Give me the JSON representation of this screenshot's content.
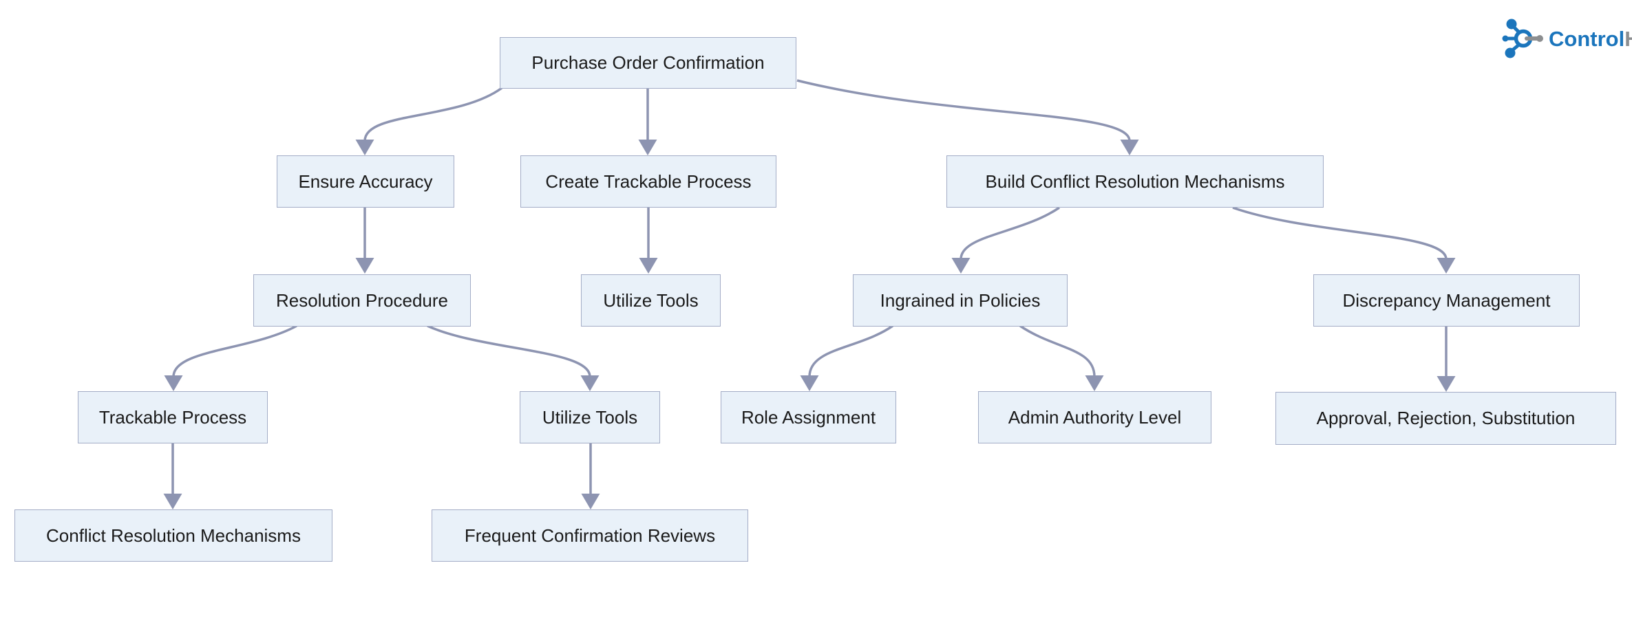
{
  "brand": {
    "control": "Control",
    "hub": "Hub"
  },
  "colors": {
    "background": "#ffffff",
    "node_fill": "#e9f1f9",
    "node_border": "#a3acc6",
    "node_text": "#1a1a1a",
    "edge": "#8d94b1",
    "brand_blue": "#1b75bc",
    "brand_gray": "#8c8e90"
  },
  "diagram": {
    "type": "flowchart",
    "direction": "top-down",
    "nodes": [
      {
        "id": "purchase",
        "label": "Purchase Order Confirmation"
      },
      {
        "id": "ensure",
        "label": "Ensure Accuracy"
      },
      {
        "id": "create",
        "label": "Create Trackable Process"
      },
      {
        "id": "build",
        "label": "Build Conflict Resolution Mechanisms"
      },
      {
        "id": "resolution",
        "label": "Resolution Procedure"
      },
      {
        "id": "utilize_tools_1",
        "label": "Utilize Tools"
      },
      {
        "id": "ingrained",
        "label": "Ingrained in Policies"
      },
      {
        "id": "discrepancy",
        "label": "Discrepancy Management"
      },
      {
        "id": "trackable",
        "label": "Trackable Process"
      },
      {
        "id": "utilize_tools_2",
        "label": "Utilize Tools"
      },
      {
        "id": "role",
        "label": "Role Assignment"
      },
      {
        "id": "admin",
        "label": "Admin Authority Level"
      },
      {
        "id": "approval",
        "label": "Approval, Rejection, Substitution"
      },
      {
        "id": "conflict",
        "label": "Conflict Resolution Mechanisms"
      },
      {
        "id": "frequent",
        "label": "Frequent Confirmation Reviews"
      }
    ],
    "edges": [
      {
        "from": "purchase",
        "to": "ensure"
      },
      {
        "from": "purchase",
        "to": "create"
      },
      {
        "from": "purchase",
        "to": "build"
      },
      {
        "from": "ensure",
        "to": "resolution"
      },
      {
        "from": "create",
        "to": "utilize_tools_1"
      },
      {
        "from": "build",
        "to": "ingrained"
      },
      {
        "from": "build",
        "to": "discrepancy"
      },
      {
        "from": "resolution",
        "to": "trackable"
      },
      {
        "from": "resolution",
        "to": "utilize_tools_2"
      },
      {
        "from": "ingrained",
        "to": "role"
      },
      {
        "from": "ingrained",
        "to": "admin"
      },
      {
        "from": "discrepancy",
        "to": "approval"
      },
      {
        "from": "trackable",
        "to": "conflict"
      },
      {
        "from": "utilize_tools_2",
        "to": "frequent"
      }
    ]
  }
}
